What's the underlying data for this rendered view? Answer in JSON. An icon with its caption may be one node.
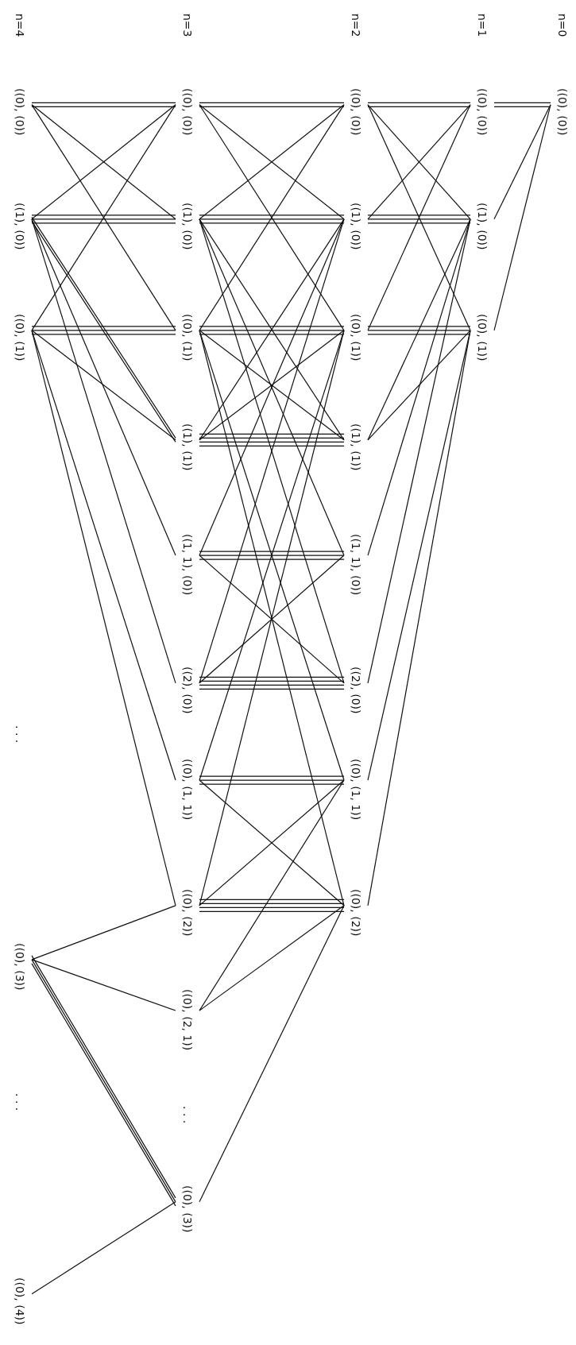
{
  "diagram": {
    "nodes": [
      {
        "text": [
          "((0), (0))"
        ]
      },
      {
        "text": [
          "((0), (0))"
        ]
      },
      {
        "text": [
          "((1), (0))"
        ]
      },
      {
        "text": [
          "((0), (1))"
        ]
      },
      {
        "text": [
          "((0), (0))"
        ]
      },
      {
        "text": [
          "((1), (0))"
        ]
      },
      {
        "text": [
          "((0), (1))"
        ]
      },
      {
        "text": [
          "((1), (1))"
        ]
      },
      {
        "text": [
          "((1, 1), (0))"
        ]
      },
      {
        "text": [
          "((2), (0))"
        ]
      },
      {
        "text": [
          "((0), (1, 1))"
        ]
      },
      {
        "text": [
          "((0), (2))"
        ]
      },
      {
        "text": [
          "((0), (0))"
        ]
      },
      {
        "text": [
          "((1), (0))"
        ]
      },
      {
        "text": [
          "((0), (1))"
        ]
      },
      {
        "text": [
          "((1), (1))"
        ]
      },
      {
        "text": [
          "((1, 1), (0))"
        ]
      },
      {
        "text": [
          "((2), (0))"
        ]
      },
      {
        "text": [
          "((0), (1, 1))"
        ]
      },
      {
        "text": [
          "((0), (2))"
        ]
      },
      {
        "text": [
          "((0), (2, 1))"
        ]
      },
      {
        "text": [
          "((0), (3))"
        ]
      },
      {
        "text": [
          "((0), (0))"
        ]
      },
      {
        "text": [
          "((1), (0))"
        ]
      },
      {
        "text": [
          "((0), (1))"
        ]
      },
      {
        "text": [
          "((0), (3))"
        ]
      },
      {
        "text": [
          "((0), (4))"
        ]
      }
    ],
    "edges": [
      {
        "from": 0,
        "to": 1,
        "arrow": "none"
      },
      {
        "from": 0,
        "to": 1,
        "arrow": "none"
      },
      {
        "from": 0,
        "to": 2,
        "arrow": "none"
      },
      {
        "from": 0,
        "to": 3,
        "arrow": "none"
      },
      {
        "from": 1,
        "to": 4,
        "arrow": "none"
      },
      {
        "from": 1,
        "to": 4,
        "arrow": "none"
      },
      {
        "from": 1,
        "to": 5,
        "arrow": "none"
      },
      {
        "from": 1,
        "to": 6,
        "arrow": "none"
      },
      {
        "from": 2,
        "to": 4,
        "arrow": "none"
      },
      {
        "from": 2,
        "to": 5,
        "arrow": "none"
      },
      {
        "from": 2,
        "to": 5,
        "arrow": "none"
      },
      {
        "from": 2,
        "to": 5,
        "arrow": "none"
      },
      {
        "from": 2,
        "to": 7,
        "arrow": "none"
      },
      {
        "from": 2,
        "to": 8,
        "arrow": "none"
      },
      {
        "from": 2,
        "to": 9,
        "arrow": "none"
      },
      {
        "from": 3,
        "to": 4,
        "arrow": "none"
      },
      {
        "from": 3,
        "to": 6,
        "arrow": "none"
      },
      {
        "from": 3,
        "to": 6,
        "arrow": "none"
      },
      {
        "from": 3,
        "to": 6,
        "arrow": "none"
      },
      {
        "from": 3,
        "to": 7,
        "arrow": "none"
      },
      {
        "from": 3,
        "to": 10,
        "arrow": "none"
      },
      {
        "from": 3,
        "to": 11,
        "arrow": "none"
      },
      {
        "from": 4,
        "to": 12,
        "arrow": "none"
      },
      {
        "from": 4,
        "to": 12,
        "arrow": "none"
      },
      {
        "from": 4,
        "to": 13,
        "arrow": "none"
      },
      {
        "from": 4,
        "to": 14,
        "arrow": "none"
      },
      {
        "from": 5,
        "to": 12,
        "arrow": "none"
      },
      {
        "from": 5,
        "to": 13,
        "arrow": "none"
      },
      {
        "from": 5,
        "to": 13,
        "arrow": "none"
      },
      {
        "from": 5,
        "to": 13,
        "arrow": "none"
      },
      {
        "from": 5,
        "to": 15,
        "arrow": "none"
      },
      {
        "from": 5,
        "to": 16,
        "arrow": "none"
      },
      {
        "from": 5,
        "to": 17,
        "arrow": "none"
      },
      {
        "from": 6,
        "to": 12,
        "arrow": "none"
      },
      {
        "from": 6,
        "to": 14,
        "arrow": "none"
      },
      {
        "from": 6,
        "to": 14,
        "arrow": "none"
      },
      {
        "from": 6,
        "to": 14,
        "arrow": "none"
      },
      {
        "from": 6,
        "to": 15,
        "arrow": "none"
      },
      {
        "from": 6,
        "to": 18,
        "arrow": "none"
      },
      {
        "from": 6,
        "to": 19,
        "arrow": "none"
      },
      {
        "from": 7,
        "to": 13,
        "arrow": "none"
      },
      {
        "from": 7,
        "to": 14,
        "arrow": "none"
      },
      {
        "from": 7,
        "to": 15,
        "arrow": "none"
      },
      {
        "from": 7,
        "to": 15,
        "arrow": "none"
      },
      {
        "from": 7,
        "to": 15,
        "arrow": "none"
      },
      {
        "from": 7,
        "to": 15,
        "arrow": "none"
      },
      {
        "from": 8,
        "to": 13,
        "arrow": "none"
      },
      {
        "from": 8,
        "to": 16,
        "arrow": "none"
      },
      {
        "from": 8,
        "to": 16,
        "arrow": "none"
      },
      {
        "from": 8,
        "to": 16,
        "arrow": "none"
      },
      {
        "from": 8,
        "to": 17,
        "arrow": "none"
      },
      {
        "from": 9,
        "to": 13,
        "arrow": "none"
      },
      {
        "from": 9,
        "to": 16,
        "arrow": "none"
      },
      {
        "from": 9,
        "to": 17,
        "arrow": "none"
      },
      {
        "from": 9,
        "to": 17,
        "arrow": "none"
      },
      {
        "from": 9,
        "to": 17,
        "arrow": "none"
      },
      {
        "from": 9,
        "to": 17,
        "arrow": "none"
      },
      {
        "from": 10,
        "to": 14,
        "arrow": "none"
      },
      {
        "from": 10,
        "to": 18,
        "arrow": "none"
      },
      {
        "from": 10,
        "to": 18,
        "arrow": "none"
      },
      {
        "from": 10,
        "to": 18,
        "arrow": "none"
      },
      {
        "from": 10,
        "to": 19,
        "arrow": "none"
      },
      {
        "from": 10,
        "to": 20,
        "arrow": "none"
      },
      {
        "from": 11,
        "to": 14,
        "arrow": "none"
      },
      {
        "from": 11,
        "to": 18,
        "arrow": "none"
      },
      {
        "from": 11,
        "to": 19,
        "arrow": "none"
      },
      {
        "from": 11,
        "to": 19,
        "arrow": "none"
      },
      {
        "from": 11,
        "to": 19,
        "arrow": "none"
      },
      {
        "from": 11,
        "to": 19,
        "arrow": "none"
      },
      {
        "from": 11,
        "to": 20,
        "arrow": "none"
      },
      {
        "from": 11,
        "to": 21,
        "arrow": "none"
      },
      {
        "from": 12,
        "to": 22,
        "arrow": "none"
      },
      {
        "from": 12,
        "to": 22,
        "arrow": "none"
      },
      {
        "from": 13,
        "to": 22,
        "arrow": "none"
      },
      {
        "from": 14,
        "to": 22,
        "arrow": "none"
      },
      {
        "from": 12,
        "to": 23,
        "arrow": "none"
      },
      {
        "from": 13,
        "to": 23,
        "arrow": "none"
      },
      {
        "from": 13,
        "to": 23,
        "arrow": "none"
      },
      {
        "from": 13,
        "to": 23,
        "arrow": "none"
      },
      {
        "from": 15,
        "to": 23,
        "arrow": "none"
      },
      {
        "from": 15,
        "to": 23,
        "arrow": "none"
      },
      {
        "from": 16,
        "to": 23,
        "arrow": "none"
      },
      {
        "from": 17,
        "to": 23,
        "arrow": "none"
      },
      {
        "from": 12,
        "to": 24,
        "arrow": "none"
      },
      {
        "from": 14,
        "to": 24,
        "arrow": "none"
      },
      {
        "from": 14,
        "to": 24,
        "arrow": "none"
      },
      {
        "from": 14,
        "to": 24,
        "arrow": "none"
      },
      {
        "from": 15,
        "to": 24,
        "arrow": "none"
      },
      {
        "from": 18,
        "to": 24,
        "arrow": "none"
      },
      {
        "from": 19,
        "to": 24,
        "arrow": "none"
      },
      {
        "from": 19,
        "to": 25,
        "arrow": "none"
      },
      {
        "from": 20,
        "to": 25,
        "arrow": "none"
      },
      {
        "from": 21,
        "to": 25,
        "arrow": "none"
      },
      {
        "from": 21,
        "to": 25,
        "arrow": "none"
      },
      {
        "from": 21,
        "to": 25,
        "arrow": "none"
      },
      {
        "from": 21,
        "to": 26,
        "arrow": "none"
      }
    ],
    "labels": [
      "n=0",
      "n=1",
      "n=2",
      "n=3",
      "n=4",
      ". . .",
      ". . .",
      ". . ."
    ]
  }
}
